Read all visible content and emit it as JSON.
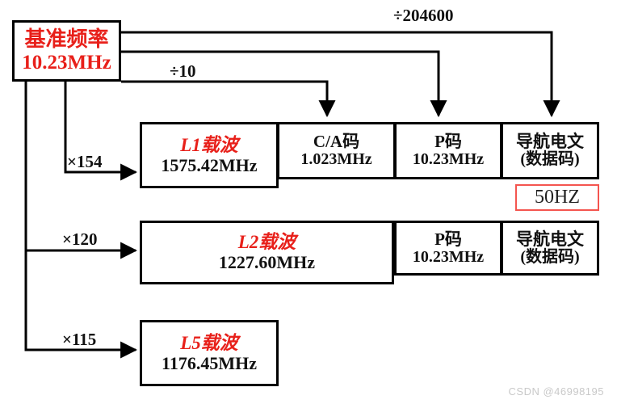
{
  "diagram": {
    "title_box": {
      "name": "基准频率",
      "value": "10.23MHz"
    },
    "dividers": [
      {
        "id": "div-204600",
        "label": "÷204600"
      },
      {
        "id": "div-10",
        "label": "÷10"
      }
    ],
    "multipliers": [
      {
        "id": "mul-154",
        "label": "×154"
      },
      {
        "id": "mul-120",
        "label": "×120"
      },
      {
        "id": "mul-115",
        "label": "×115"
      }
    ],
    "rows": [
      {
        "id": "l1-row",
        "carrier": {
          "name": "L1载波",
          "freq": "1575.42MHz"
        },
        "cells": [
          {
            "id": "ca-code",
            "title": "C/A码",
            "sub": "1.023MHz"
          },
          {
            "id": "p-code-l1",
            "title": "P码",
            "sub": "10.23MHz"
          },
          {
            "id": "nav-msg-l1",
            "title": "导航电文",
            "sub": "(数据码)"
          }
        ]
      },
      {
        "id": "l2-row",
        "carrier": {
          "name": "L2载波",
          "freq": "1227.60MHz"
        },
        "cells": [
          {
            "id": "p-code-l2",
            "title": "P码",
            "sub": "10.23MHz"
          },
          {
            "id": "nav-msg-l2",
            "title": "导航电文",
            "sub": "(数据码)"
          }
        ]
      },
      {
        "id": "l5-row",
        "carrier": {
          "name": "L5载波",
          "freq": "1176.45MHz"
        },
        "cells": []
      }
    ],
    "data_rate_badge": {
      "label": "50HZ",
      "border_color": "#f4554f"
    },
    "watermark": "CSDN @46998195",
    "colors": {
      "carrier_red": "#e8201a",
      "line_black": "#000000",
      "background": "#ffffff"
    }
  }
}
